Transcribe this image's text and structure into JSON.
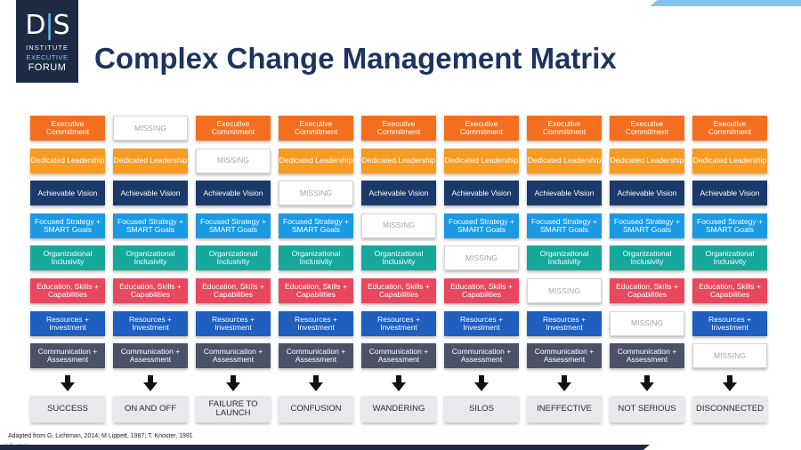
{
  "logo": {
    "mark_left": "D",
    "mark_bar": "|",
    "mark_right": "S",
    "line1": "INSTITUTE",
    "line2": "EXECUTIVE",
    "line3": "FORUM"
  },
  "title": "Complex Change Management Matrix",
  "missing_label": "MISSING",
  "components": [
    {
      "label": "Executive Commitment",
      "color": "#f36f1f"
    },
    {
      "label": "Dedicated Leadership",
      "color": "#f79b23"
    },
    {
      "label": "Achievable Vision",
      "color": "#1b3a6b"
    },
    {
      "label": "Focused Strategy + SMART Goals",
      "color": "#1b9ae4"
    },
    {
      "label": "Organizational Inclusivity",
      "color": "#17a89c"
    },
    {
      "label": "Education, Skills + Capabilities",
      "color": "#e8485e"
    },
    {
      "label": "Resources + Investment",
      "color": "#1e5fc0"
    },
    {
      "label": "Communication + Assessment",
      "color": "#4b5268"
    }
  ],
  "columns": [
    {
      "outcome": "SUCCESS",
      "missing_row": null
    },
    {
      "outcome": "ON AND OFF",
      "missing_row": 0
    },
    {
      "outcome": "FAILURE TO LAUNCH",
      "missing_row": 1
    },
    {
      "outcome": "CONFUSION",
      "missing_row": 2
    },
    {
      "outcome": "WANDERING",
      "missing_row": 3
    },
    {
      "outcome": "SILOS",
      "missing_row": 4
    },
    {
      "outcome": "INEFFECTIVE",
      "missing_row": 5
    },
    {
      "outcome": "NOT SERIOUS",
      "missing_row": 6
    },
    {
      "outcome": "DISCONNECTED",
      "missing_row": 7
    }
  ],
  "source": "Adapted from G. Lichtman, 2014; M Lippett, 1987; T. Knoster, 1991"
}
